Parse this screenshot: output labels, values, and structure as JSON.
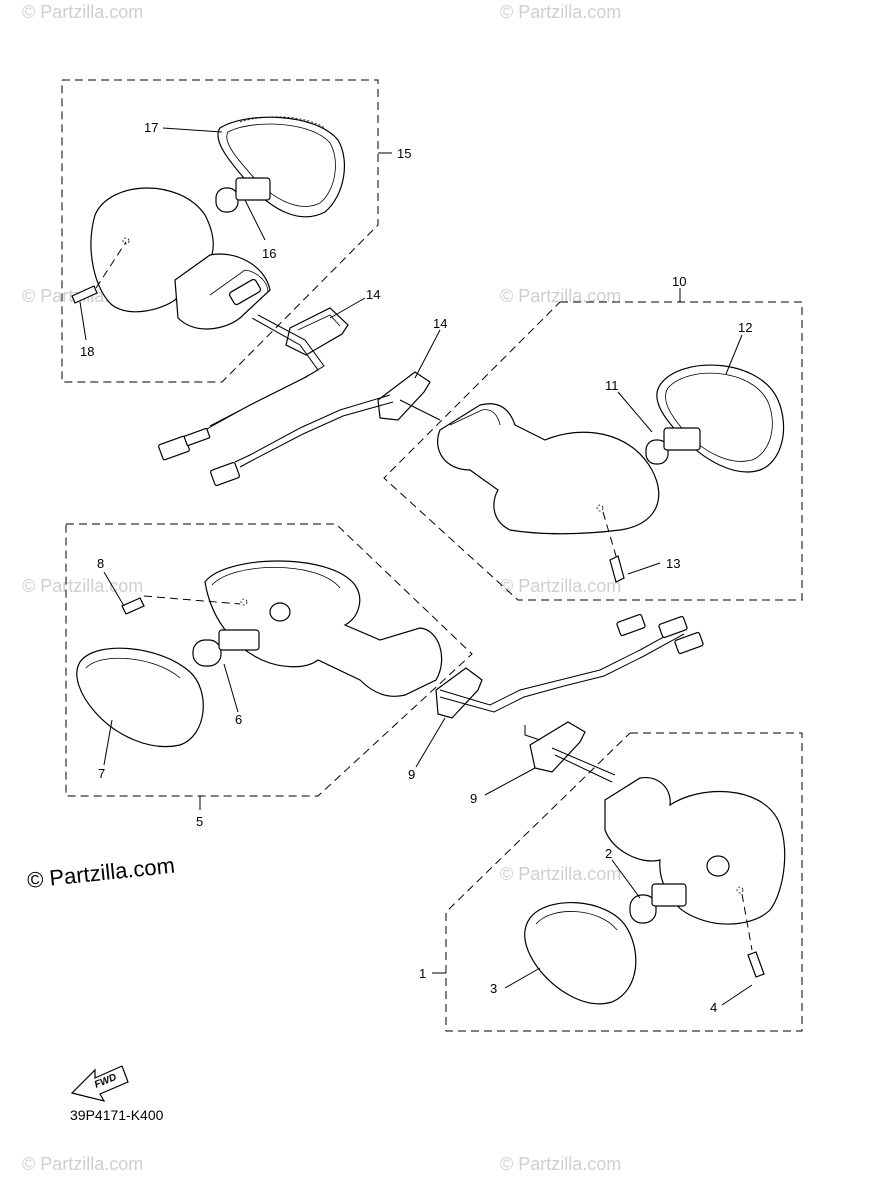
{
  "watermark": "© Partzilla.com",
  "brand_mark": "© Partzilla.com",
  "diagram_code": "39P4171-K400",
  "fwd_label": "FWD",
  "callouts": [
    "1",
    "2",
    "3",
    "4",
    "5",
    "6",
    "7",
    "8",
    "9",
    "9",
    "10",
    "11",
    "12",
    "13",
    "14",
    "14",
    "15",
    "16",
    "17",
    "18"
  ]
}
